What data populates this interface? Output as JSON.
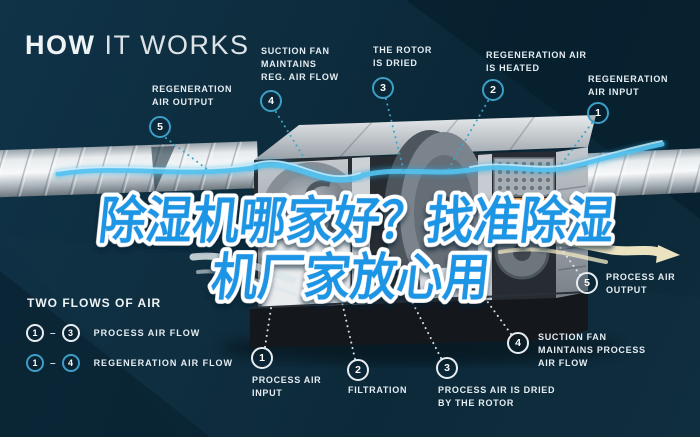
{
  "title": {
    "strong": "HOW",
    "light": " IT WORKS"
  },
  "headline": {
    "line1": "除湿机哪家好？找准除湿",
    "line2": "机厂家放心用"
  },
  "colors": {
    "background": "#0c2a3a",
    "callout_teal": "#3d9ec6",
    "callout_white": "#e7edf1",
    "airflow_blue": "#54c2ef",
    "airflow_cream": "#ebe2c0",
    "heater_orange": "#ef8e33",
    "headline_blue": "#1e95e4",
    "headline_outline": "#ffffff"
  },
  "legend": {
    "heading": "TWO FLOWS OF AIR",
    "separator": "–",
    "rows": [
      {
        "start": "1",
        "end": "3",
        "label": "PROCESS AIR FLOW"
      },
      {
        "start": "1",
        "end": "4",
        "label": "REGENERATION AIR FLOW"
      }
    ]
  },
  "callouts": {
    "reg_output": {
      "num": "5",
      "line1": "REGENERATION",
      "line2": "AIR OUTPUT"
    },
    "reg_fan": {
      "num": "4",
      "line1": "SUCTION FAN",
      "line2": "MAINTAINS",
      "line3": "REG. AIR FLOW"
    },
    "rotor_dried": {
      "num": "3",
      "line1": "THE ROTOR",
      "line2": "IS DRIED"
    },
    "reg_heated": {
      "num": "2",
      "line1": "REGENERATION AIR",
      "line2": "IS HEATED"
    },
    "reg_input": {
      "num": "1",
      "line1": "REGENERATION",
      "line2": "AIR INPUT"
    },
    "process_input": {
      "num": "1",
      "line1": "PROCESS AIR",
      "line2": "INPUT"
    },
    "filtration": {
      "num": "2",
      "line1": "FILTRATION"
    },
    "process_dried": {
      "num": "3",
      "line1": "PROCESS AIR IS DRIED",
      "line2": "BY THE ROTOR"
    },
    "process_fan": {
      "num": "4",
      "line1": "SUCTION FAN",
      "line2": "MAINTAINS PROCESS",
      "line3": "AIR FLOW"
    },
    "process_output": {
      "num": "5",
      "line1": "PROCESS AIR",
      "line2": "OUTPUT"
    }
  }
}
